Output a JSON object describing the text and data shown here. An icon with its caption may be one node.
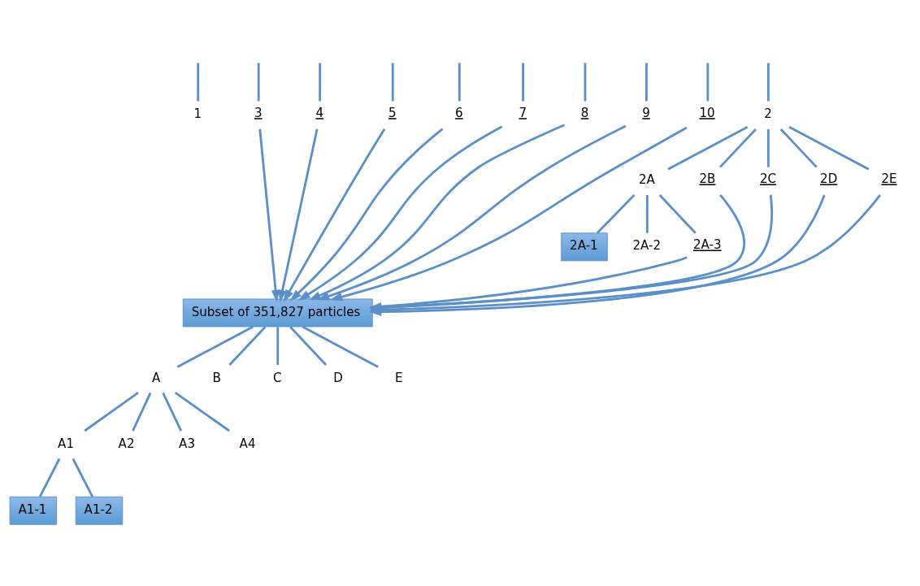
{
  "diagram": {
    "nodes": [
      {
        "text": [
          "1"
        ]
      },
      {
        "text": [
          "2"
        ]
      },
      {
        "text": [
          "3"
        ]
      },
      {
        "text": [
          "4"
        ]
      },
      {
        "text": [
          "5"
        ]
      },
      {
        "text": [
          "6"
        ]
      },
      {
        "text": [
          "7"
        ]
      },
      {
        "text": [
          "8"
        ]
      },
      {
        "text": [
          "9"
        ]
      },
      {
        "text": [
          "10"
        ]
      },
      {
        "text": [
          "2A"
        ]
      },
      {
        "text": [
          "2B"
        ]
      },
      {
        "text": [
          "2C"
        ]
      },
      {
        "text": [
          "2D"
        ]
      },
      {
        "text": [
          "2E"
        ]
      },
      {
        "text": [
          "2A-1"
        ]
      },
      {
        "text": [
          "2A-2"
        ]
      },
      {
        "text": [
          "2A-3"
        ]
      },
      {
        "text": [
          "Subset of 351,827 particles"
        ]
      },
      {
        "text": [
          "A"
        ]
      },
      {
        "text": [
          "B"
        ]
      },
      {
        "text": [
          "C"
        ]
      },
      {
        "text": [
          "D"
        ]
      },
      {
        "text": [
          "E"
        ]
      },
      {
        "text": [
          "A1"
        ]
      },
      {
        "text": [
          "A2"
        ]
      },
      {
        "text": [
          "A3"
        ]
      },
      {
        "text": [
          "A4"
        ]
      },
      {
        "text": [
          "A1-1"
        ]
      },
      {
        "text": [
          "A1-2"
        ]
      }
    ],
    "edges": [
      {
        "from": null,
        "to": 0,
        "arrow": "none"
      },
      {
        "from": null,
        "to": 1,
        "arrow": "none"
      },
      {
        "from": null,
        "to": 2,
        "arrow": "none"
      },
      {
        "from": null,
        "to": 3,
        "arrow": "none"
      },
      {
        "from": null,
        "to": 4,
        "arrow": "none"
      },
      {
        "from": null,
        "to": 5,
        "arrow": "none"
      },
      {
        "from": null,
        "to": 6,
        "arrow": "none"
      },
      {
        "from": null,
        "to": 7,
        "arrow": "none"
      },
      {
        "from": null,
        "to": 8,
        "arrow": "none"
      },
      {
        "from": null,
        "to": 9,
        "arrow": "none"
      },
      {
        "from": 1,
        "to": 10,
        "arrow": "none"
      },
      {
        "from": 1,
        "to": 11,
        "arrow": "none"
      },
      {
        "from": 1,
        "to": 12,
        "arrow": "none"
      },
      {
        "from": 1,
        "to": 13,
        "arrow": "none"
      },
      {
        "from": 1,
        "to": 14,
        "arrow": "none"
      },
      {
        "from": 10,
        "to": 15,
        "arrow": "none"
      },
      {
        "from": 10,
        "to": 16,
        "arrow": "none"
      },
      {
        "from": 10,
        "to": 17,
        "arrow": "none"
      },
      {
        "from": 2,
        "to": 18,
        "arrow": "to"
      },
      {
        "from": 3,
        "to": 18,
        "arrow": "to"
      },
      {
        "from": 4,
        "to": 18,
        "arrow": "to"
      },
      {
        "from": 5,
        "to": 18,
        "arrow": "to"
      },
      {
        "from": 6,
        "to": 18,
        "arrow": "to"
      },
      {
        "from": 7,
        "to": 18,
        "arrow": "to"
      },
      {
        "from": 8,
        "to": 18,
        "arrow": "to"
      },
      {
        "from": 9,
        "to": 18,
        "arrow": "to"
      },
      {
        "from": 11,
        "to": 18,
        "arrow": "to"
      },
      {
        "from": 12,
        "to": 18,
        "arrow": "to"
      },
      {
        "from": 13,
        "to": 18,
        "arrow": "to"
      },
      {
        "from": 14,
        "to": 18,
        "arrow": "to"
      },
      {
        "from": 17,
        "to": 18,
        "arrow": "to"
      },
      {
        "from": 18,
        "to": 19,
        "arrow": "none"
      },
      {
        "from": 18,
        "to": 20,
        "arrow": "none"
      },
      {
        "from": 18,
        "to": 21,
        "arrow": "none"
      },
      {
        "from": 18,
        "to": 22,
        "arrow": "none"
      },
      {
        "from": 18,
        "to": 23,
        "arrow": "none"
      },
      {
        "from": 19,
        "to": 24,
        "arrow": "none"
      },
      {
        "from": 19,
        "to": 25,
        "arrow": "none"
      },
      {
        "from": 19,
        "to": 26,
        "arrow": "none"
      },
      {
        "from": 19,
        "to": 27,
        "arrow": "none"
      },
      {
        "from": 24,
        "to": 28,
        "arrow": "none"
      },
      {
        "from": 24,
        "to": 29,
        "arrow": "none"
      }
    ]
  }
}
